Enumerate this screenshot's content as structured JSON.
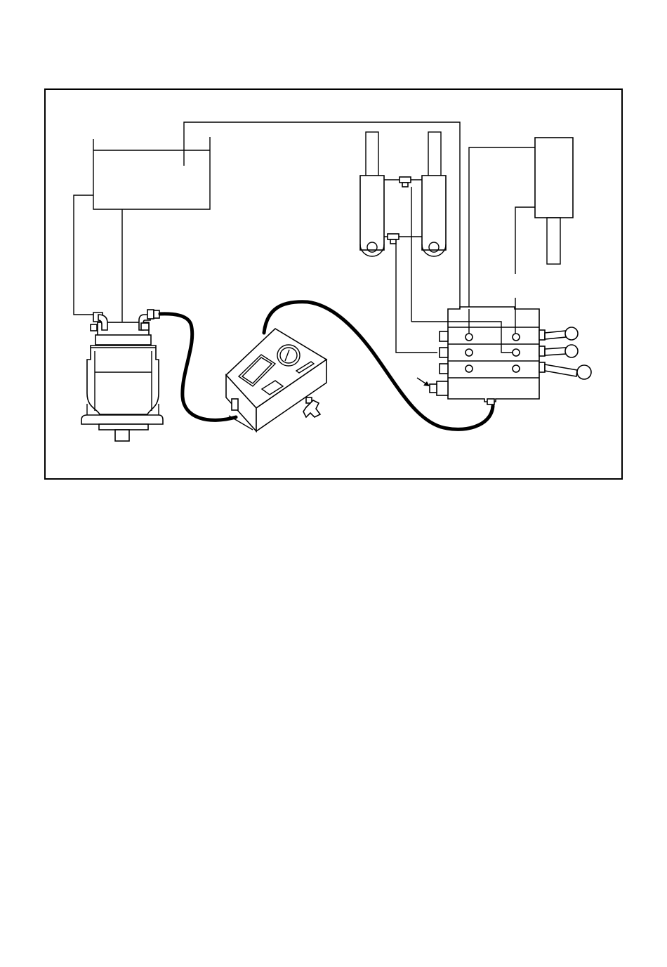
{
  "figure": {
    "stroke_color": "#000000",
    "background_color": "#ffffff",
    "components": [
      "reservoir",
      "hydraulic-pump",
      "flow-meter-tester",
      "twin-lift-cylinders",
      "single-cylinder",
      "control-valve"
    ]
  }
}
